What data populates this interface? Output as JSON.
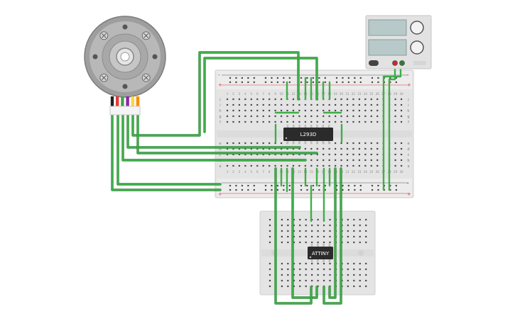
{
  "components": {
    "motor_driver": {
      "label": "L293D"
    },
    "microcontroller": {
      "label": "ATTINY"
    }
  },
  "breadboard_main": {
    "column_numbers": [
      "1",
      "2",
      "3",
      "4",
      "5",
      "6",
      "7",
      "8",
      "9",
      "10",
      "11",
      "12",
      "13",
      "14",
      "15",
      "16",
      "17",
      "18",
      "19",
      "20",
      "21",
      "22",
      "23",
      "24",
      "25",
      "26",
      "27",
      "28",
      "29",
      "30"
    ],
    "row_letters_top": [
      "j",
      "i",
      "h",
      "g",
      "f"
    ],
    "row_letters_bottom": [
      "e",
      "d",
      "c",
      "b",
      "a"
    ],
    "rail_plus": "+",
    "rail_minus": "-"
  },
  "motor": {
    "wire_colors": [
      "#222222",
      "#e53935",
      "#43a047",
      "#8e24aa",
      "#fdd835",
      "#fb8c00"
    ]
  },
  "power_supply": {
    "terminal_colors": [
      "#c62828",
      "#2e7d32"
    ]
  },
  "colors": {
    "wire": "#3fae49",
    "breadboard": "#e6e6e6",
    "ic_body": "#2b2b2b"
  }
}
